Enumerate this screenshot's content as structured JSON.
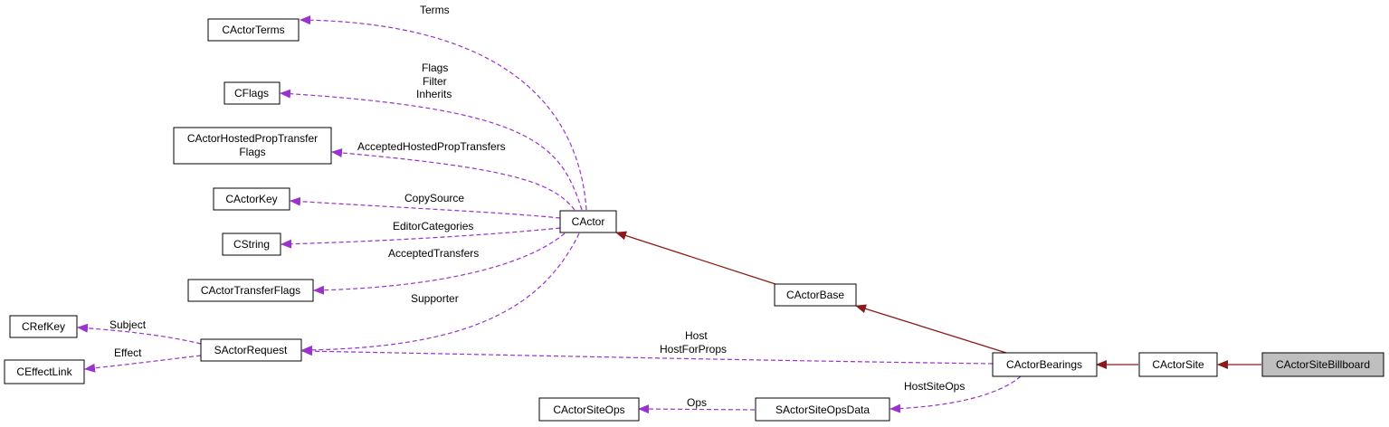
{
  "colors": {
    "inheritance": "#8b1a1a",
    "usage": "#9a32cd",
    "highlight_fill": "#bfbfbf"
  },
  "nodes": {
    "cactorterms": "CActorTerms",
    "cflags": "CFlags",
    "cactorhostedproptransferflags": [
      "CActorHostedPropTransfer",
      "Flags"
    ],
    "cactorkey": "CActorKey",
    "cstring": "CString",
    "cactortransferflags": "CActorTransferFlags",
    "crefkey": "CRefKey",
    "ceffectlink": "CEffectLink",
    "sactorrequest": "SActorRequest",
    "cactor": "CActor",
    "cactorbase": "CActorBase",
    "cactorbearings": "CActorBearings",
    "cactorsite": "CActorSite",
    "cactorsitebillboard": "CActorSiteBillboard",
    "cactorsiteops": "CActorSiteOps",
    "sactorsiteopsdata": "SActorSiteOpsData"
  },
  "edge_labels": {
    "terms": "Terms",
    "flags": [
      "Flags",
      "Filter",
      "Inherits"
    ],
    "accepted_hosted": "AcceptedHostedPropTransfers",
    "copy_source": "CopySource",
    "editor_categories": "EditorCategories",
    "accepted_transfers": "AcceptedTransfers",
    "supporter": "Supporter",
    "subject": "Subject",
    "effect": "Effect",
    "host": [
      "Host",
      "HostForProps"
    ],
    "host_site_ops": "HostSiteOps",
    "ops": "Ops"
  }
}
